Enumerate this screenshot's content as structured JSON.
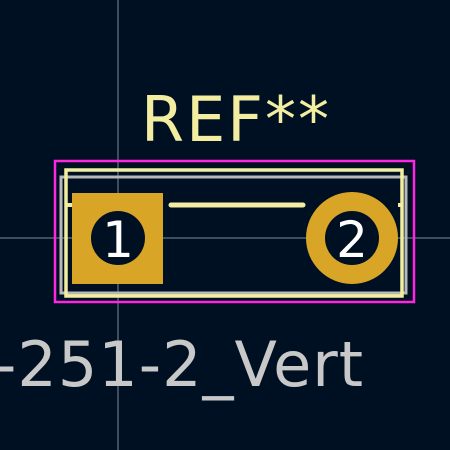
{
  "footprint": {
    "reference": "REF**",
    "value_text": "-251-2_Vert",
    "pads": [
      {
        "number": "1",
        "shape": "rect"
      },
      {
        "number": "2",
        "shape": "circle"
      }
    ]
  },
  "colors": {
    "background": "#001023",
    "courtyard": "#ff26e2",
    "fabrication": "#c8c8c8",
    "silkscreen": "#f2eda1",
    "pad": "#d8a526",
    "hole": "#001023",
    "crosshair": "#888888"
  }
}
